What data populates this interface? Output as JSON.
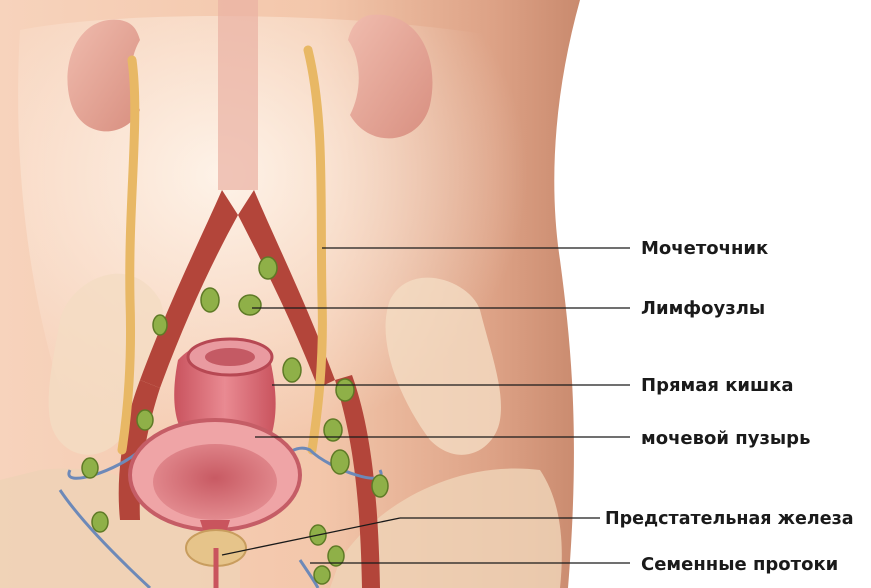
{
  "labels": {
    "ureter": "Мочеточник",
    "lymph_nodes": "Лимфоузлы",
    "rectum": "Прямая кишка",
    "bladder": "мочевой пузырь",
    "prostate": "Предстательная железа",
    "seminal_ducts": "Семенные протоки"
  },
  "colors": {
    "skin": "#f2c5a9",
    "skin_dark": "#d99c7c",
    "kidney": "#e7a99a",
    "ureter": "#e8b865",
    "artery": "#b3453a",
    "lymph_node": "#8fb048",
    "bladder": "#d9707a",
    "rectum": "#d46e78",
    "prostate": "#e6c48a",
    "vein": "#6d89b8"
  }
}
